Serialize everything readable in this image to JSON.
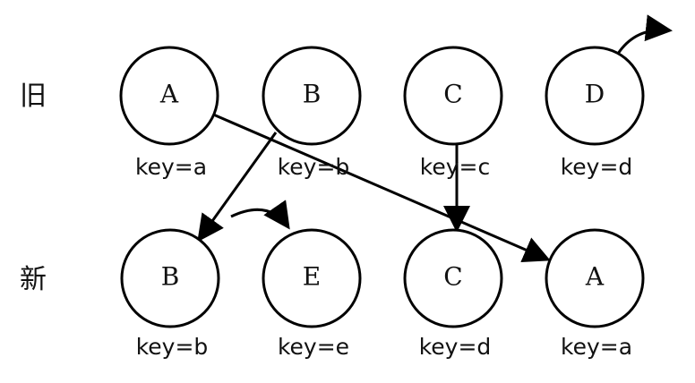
{
  "rows": {
    "old": "旧",
    "new": "新"
  },
  "old_nodes": [
    {
      "label": "A",
      "key": "key=a"
    },
    {
      "label": "B",
      "key": "key=b"
    },
    {
      "label": "C",
      "key": "key=c"
    },
    {
      "label": "D",
      "key": "key=d"
    }
  ],
  "new_nodes": [
    {
      "label": "B",
      "key": "key=b"
    },
    {
      "label": "E",
      "key": "key=e"
    },
    {
      "label": "C",
      "key": "key=d"
    },
    {
      "label": "A",
      "key": "key=a"
    }
  ],
  "edges": [
    {
      "from": "old-A",
      "to": "new-A"
    },
    {
      "from": "old-B",
      "to": "new-B"
    },
    {
      "from": "old-C",
      "to": "new-C"
    }
  ],
  "markers": [
    {
      "meaning": "old-D removed"
    },
    {
      "meaning": "new-E inserted"
    }
  ]
}
